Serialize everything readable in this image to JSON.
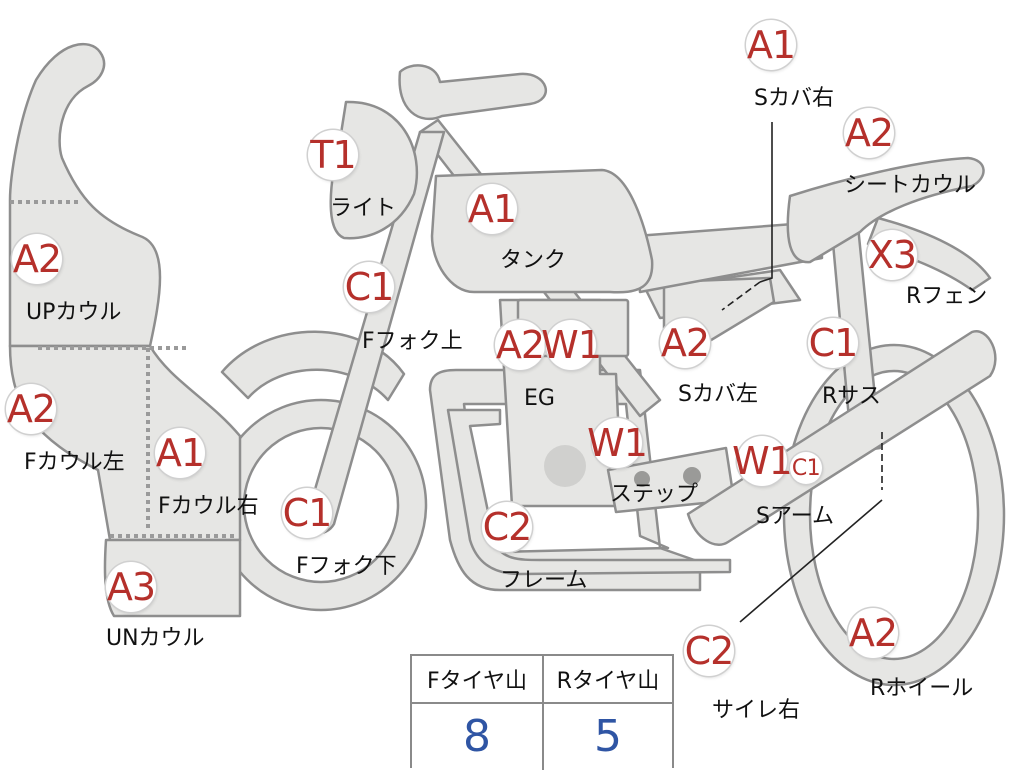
{
  "parts": [
    {
      "code": "A1",
      "label": "Sカバ右"
    },
    {
      "code": "A2",
      "label": "シートカウル"
    },
    {
      "code": "T1",
      "label": "ライト"
    },
    {
      "code": "A1",
      "label": "タンク"
    },
    {
      "code": "X3",
      "label": "Rフェン"
    },
    {
      "code": "A2",
      "label": "UPカウル"
    },
    {
      "code": "C1",
      "label": "Fフォク上"
    },
    {
      "code": "A2",
      "label": "Sカバ左"
    },
    {
      "code": "C1",
      "label": "Rサス"
    },
    {
      "code": "A2",
      "label": ""
    },
    {
      "code": "W1",
      "label": "EG"
    },
    {
      "code": "A2",
      "label": "Fカウル左"
    },
    {
      "code": "A1",
      "label": "Fカウル右"
    },
    {
      "code": "W1",
      "label": "ステップ"
    },
    {
      "code": "W1",
      "label": ""
    },
    {
      "code": "C1",
      "label": "Sアーム"
    },
    {
      "code": "C1",
      "label": "Fフォク下"
    },
    {
      "code": "C2",
      "label": "フレーム"
    },
    {
      "code": "A3",
      "label": "UNカウル"
    },
    {
      "code": "C2",
      "label": "サイレ右"
    },
    {
      "code": "A2",
      "label": "Rホイール"
    }
  ],
  "tire_table": {
    "headers": [
      "Fタイヤ山",
      "Rタイヤ山"
    ],
    "values": [
      "8",
      "5"
    ]
  }
}
